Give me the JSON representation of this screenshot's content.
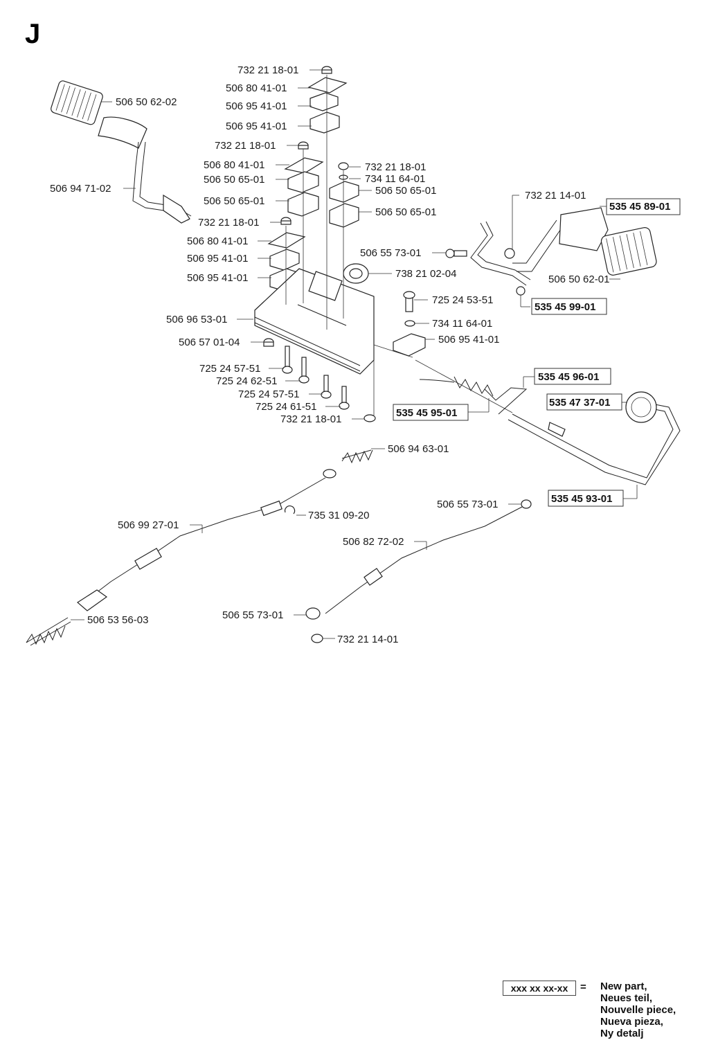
{
  "section_letter": "J",
  "labels": [
    "732 21 18-01",
    "506 80 41-01",
    "506 95 41-01",
    "506 95 41-01",
    "506 50 62-02",
    "732 21 18-01",
    "506 80 41-01",
    "506 50 65-01",
    "506 50 65-01",
    "506 94 71-02",
    "732 21 18-01",
    "506 80 41-01",
    "506 95 41-01",
    "506 95 41-01",
    "732 21 18-01",
    "734 11 64-01",
    "506 50 65-01",
    "506 50 65-01",
    "732 21 14-01",
    "535 45 89-01",
    "506 55 73-01",
    "738 21 02-04",
    "506 50 62-01",
    "725 24 53-51",
    "535 45 99-01",
    "734 11 64-01",
    "506 96 53-01",
    "506 95 41-01",
    "506 57 01-04",
    "725 24 57-51",
    "725 24 62-51",
    "725 24 57-51",
    "725 24 61-51",
    "535 45 96-01",
    "535 47 37-01",
    "535 45 95-01",
    "732 21 18-01",
    "506 94 63-01",
    "535 45 93-01",
    "506 55 73-01",
    "735 31 09-20",
    "506 99 27-01",
    "506 82 72-02",
    "506 53 56-03",
    "506 55 73-01",
    "732 21 14-01"
  ],
  "legend": {
    "code": "xxx xx xx-xx",
    "equals": "=",
    "lines": [
      "New part,",
      "Neues teil,",
      "Nouvelle piece,",
      "Nueva pieza,",
      "Ny detalj"
    ]
  }
}
